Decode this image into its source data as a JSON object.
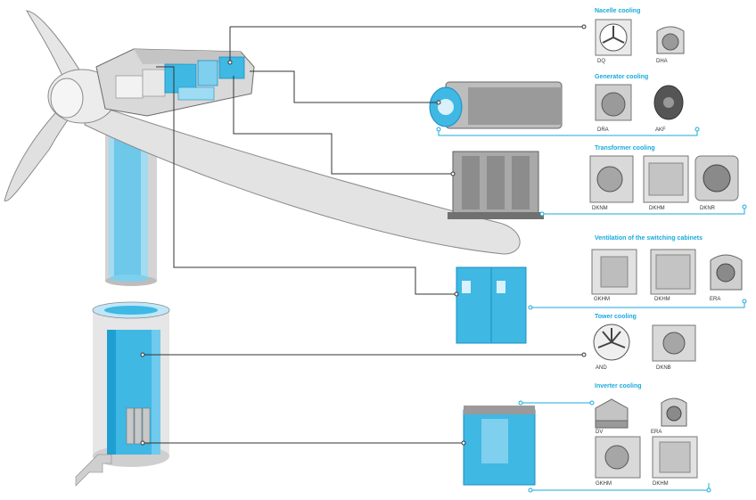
{
  "colors": {
    "accent": "#1aa9dc",
    "tower_blue": "#3fb8e4",
    "light_blue": "#9edcf3",
    "gray": "#d6d6d6",
    "dark_gray": "#8a8a8a",
    "line": "#333333"
  },
  "sections": [
    {
      "title": "Nacelle cooling",
      "products": [
        {
          "label": "DQ",
          "icon": "axial-fan-icon"
        },
        {
          "label": "DHA",
          "icon": "centrifugal-fan-icon"
        }
      ]
    },
    {
      "title": "Generator cooling",
      "products": [
        {
          "label": "DRA",
          "icon": "centrifugal-fan-icon"
        },
        {
          "label": "AKF",
          "icon": "axial-fan-icon"
        }
      ]
    },
    {
      "title": "Transformer cooling",
      "products": [
        {
          "label": "DKNM",
          "icon": "box-fan-icon"
        },
        {
          "label": "DKHM",
          "icon": "box-fan-icon"
        },
        {
          "label": "DKNR",
          "icon": "centrifugal-fan-icon"
        }
      ]
    },
    {
      "title": "Ventilation of the switching cabinets",
      "products": [
        {
          "label": "GKHM",
          "icon": "box-fan-icon"
        },
        {
          "label": "DKHM",
          "icon": "box-fan-icon"
        },
        {
          "label": "ERA",
          "icon": "centrifugal-fan-icon"
        }
      ]
    },
    {
      "title": "Tower cooling",
      "products": [
        {
          "label": "AND",
          "icon": "axial-fan-icon"
        },
        {
          "label": "DKNB",
          "icon": "box-fan-icon"
        }
      ]
    },
    {
      "title": "Inverter cooling",
      "products": [
        {
          "label": "DV",
          "icon": "roof-fan-icon"
        },
        {
          "label": "ERA",
          "icon": "centrifugal-fan-icon"
        },
        {
          "label": "GKHM",
          "icon": "box-fan-icon"
        },
        {
          "label": "DKHM",
          "icon": "box-fan-icon"
        }
      ]
    }
  ]
}
